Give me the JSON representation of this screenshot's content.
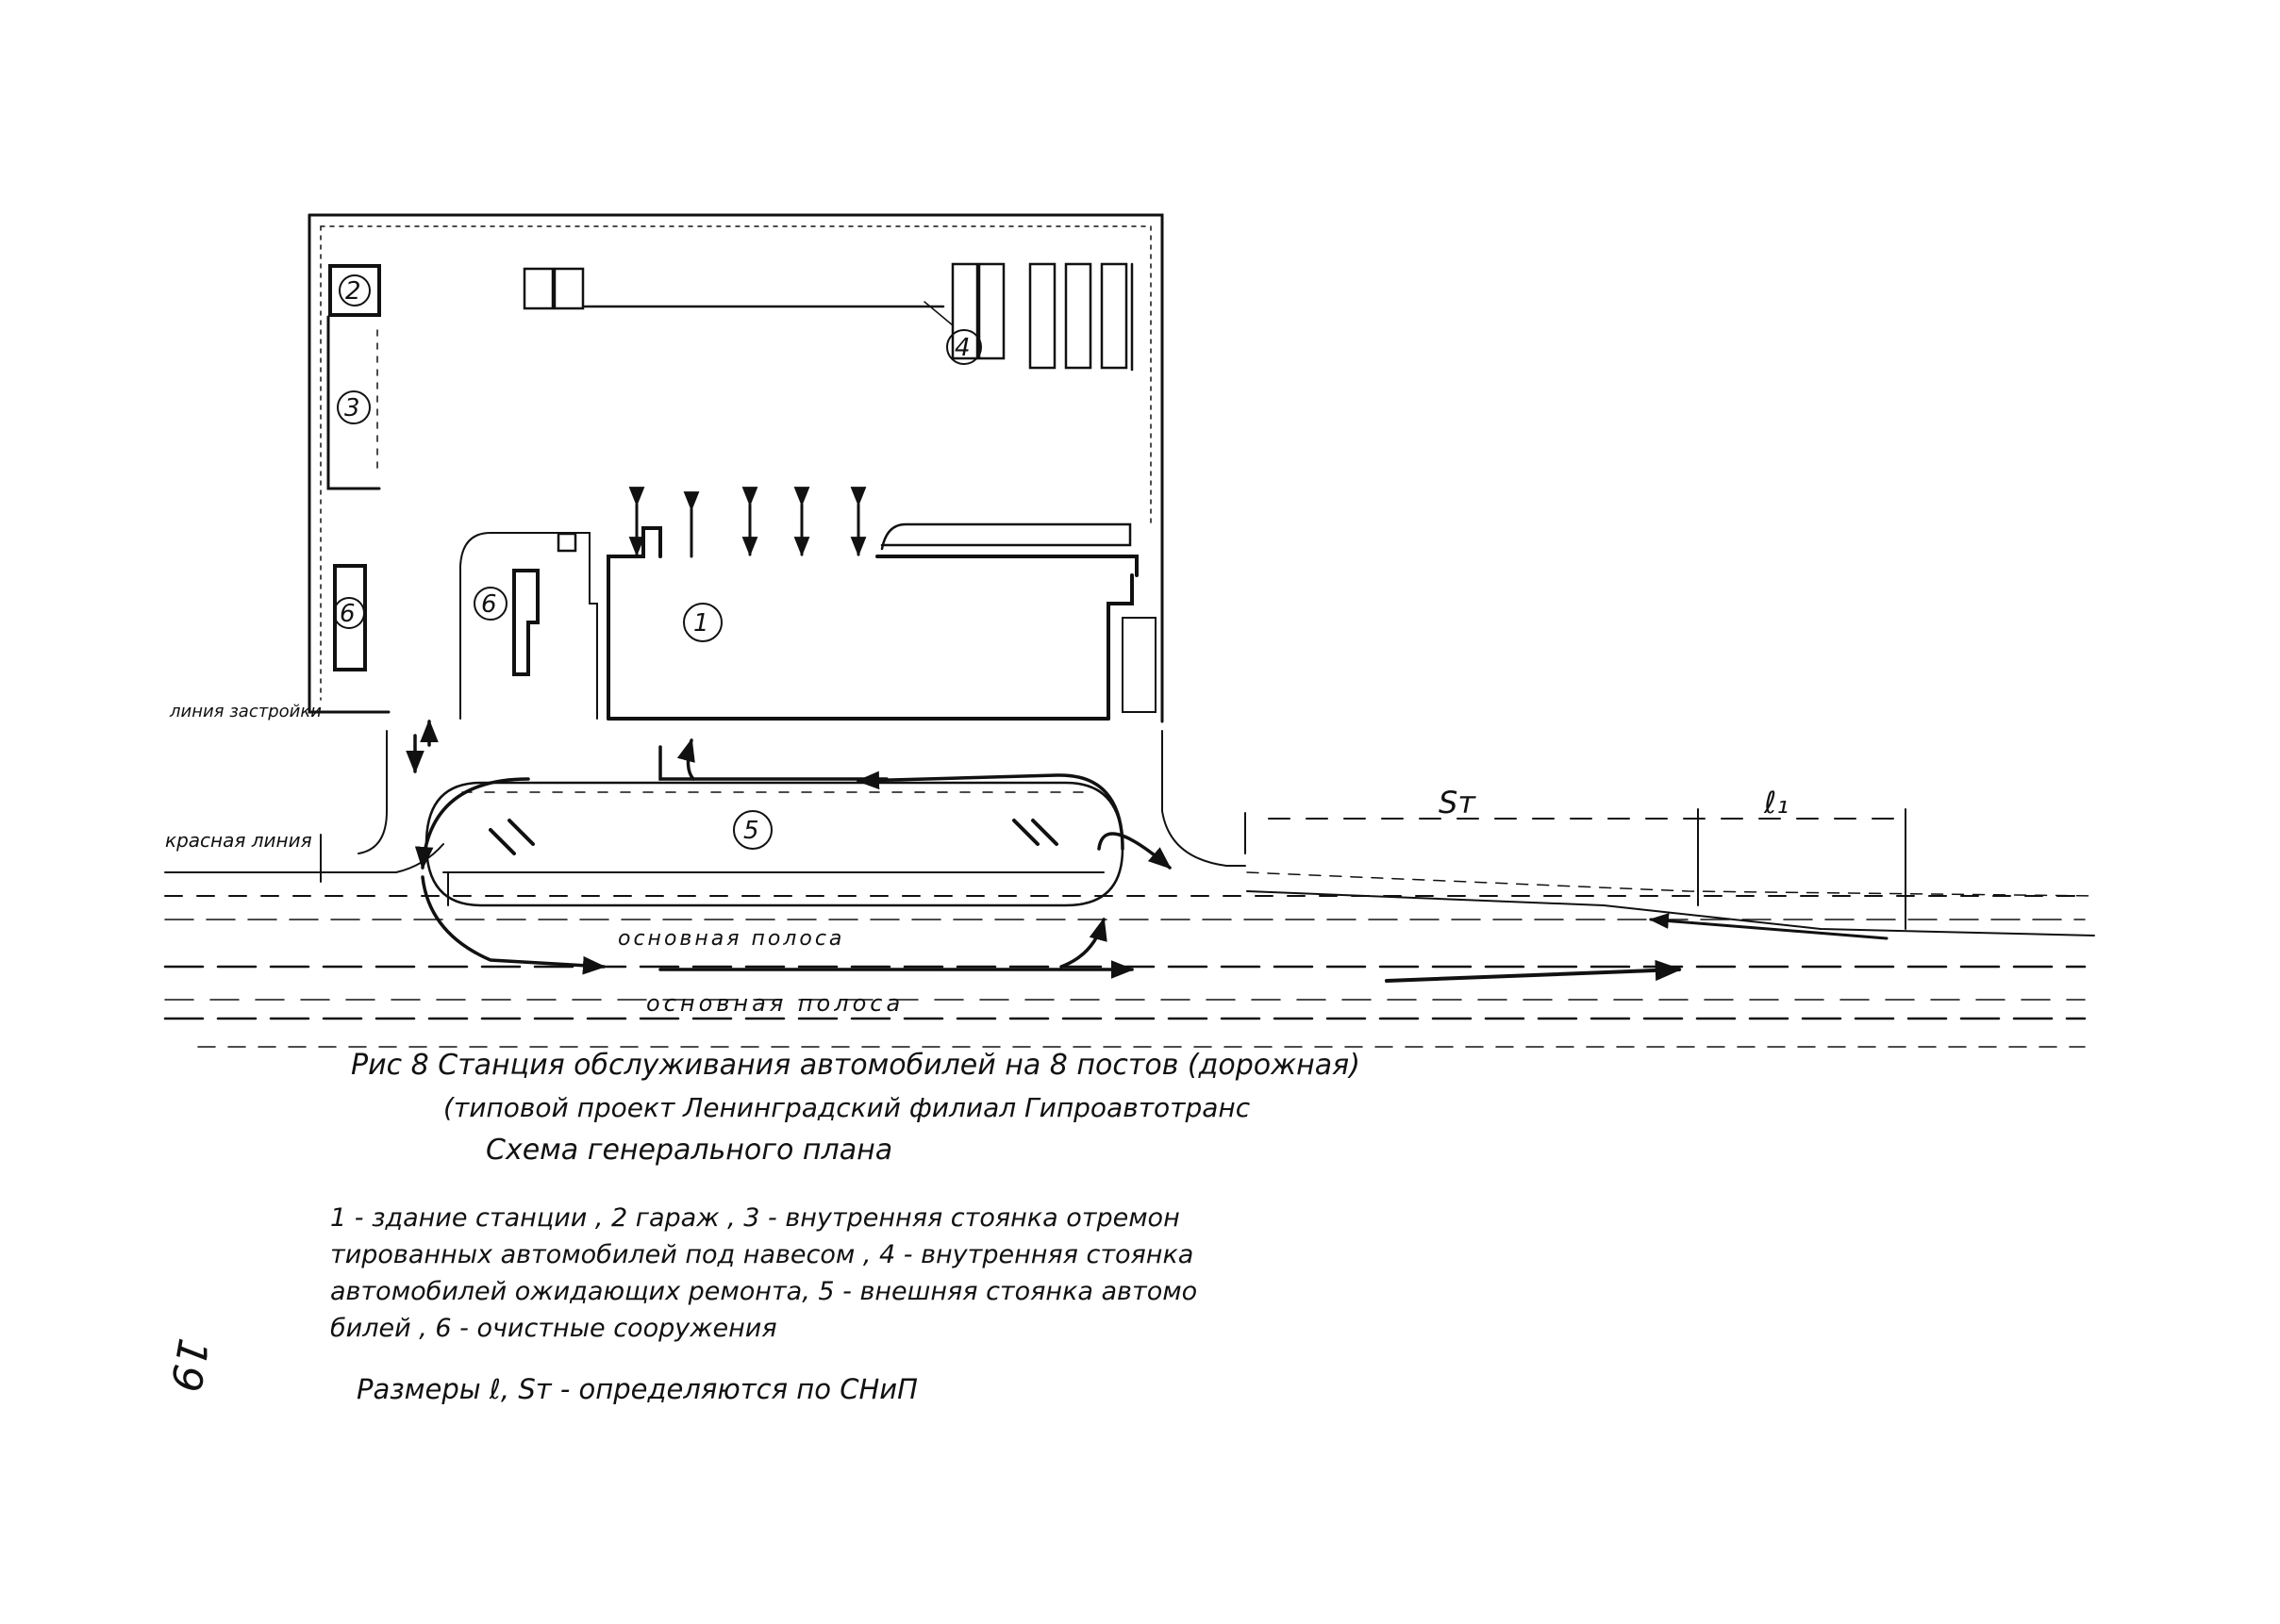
{
  "drawing": {
    "labels": {
      "building_no": "1",
      "garage_no": "2",
      "inner_lot_no": "3",
      "waiting_lot_no": "4",
      "outer_lot_no": "5",
      "treatment_no_a": "6",
      "treatment_no_b": "6",
      "building_line": "линия застройки",
      "red_line": "красная линия",
      "main_lane_1": "основная   полоса",
      "main_lane_2": "основная   полоса",
      "dim_st": "Sт",
      "dim_l1": "ℓ₁"
    }
  },
  "caption": {
    "line1": "Рис 8   Станция  обслуживания автомобилей  на 8 постов (дорожная)",
    "line2": "(типовой  проект  Ленинградский филиал Гипроавтотранс",
    "line3": "Схема    генерального  плана"
  },
  "legend": {
    "line1": "1 - здание станции ,  2 гараж ,  3 - внутренняя стоянка отремон",
    "line2": "тированных автомобилей под навесом ,  4 - внутренняя  стоянка",
    "line3": "автомобилей ожидающих ремонта,  5 - внешняя стоянка  автомо",
    "line4": "билей ,   6 - очистные   сооружения"
  },
  "sizes_note": "Размеры      ℓ,  Sт       - определяются   по  СНиП",
  "page_number": "19"
}
